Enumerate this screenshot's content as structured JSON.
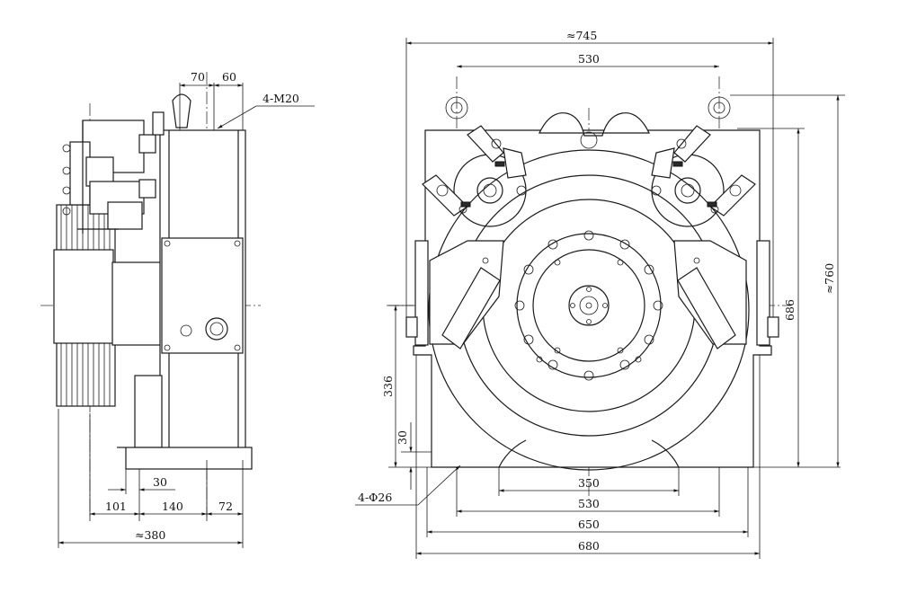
{
  "side_view": {
    "dim_top_1": "70",
    "dim_top_2": "60",
    "thread_label": "4-M20",
    "dim_small": "30",
    "dim_bottom_1": "101",
    "dim_bottom_2": "140",
    "dim_bottom_3": "72",
    "dim_overall": "≈380"
  },
  "front_view": {
    "dim_top_overall": "≈745",
    "dim_top_2": "530",
    "dim_height_1": "686",
    "dim_height_2": "≈760",
    "dim_left_1": "336",
    "dim_left_2": "30",
    "dim_bottom_1": "350",
    "dim_bottom_2": "530",
    "dim_bottom_3": "650",
    "dim_bottom_4": "680",
    "hole_label": "4-Φ26"
  }
}
